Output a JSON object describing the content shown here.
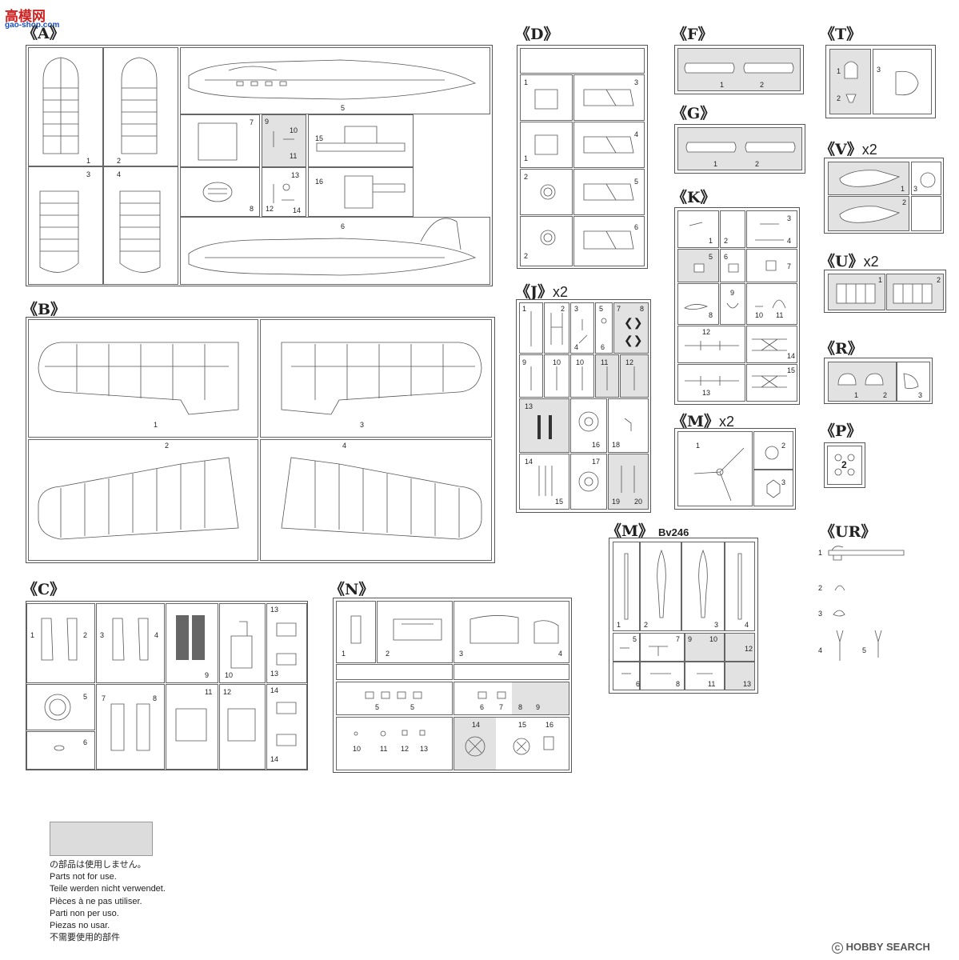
{
  "watermark": {
    "top_text": "高模网",
    "site": "gao-shop.com"
  },
  "sprues": {
    "A": {
      "label": "《A》"
    },
    "B": {
      "label": "《B》"
    },
    "C": {
      "label": "《C》"
    },
    "D": {
      "label": "《D》"
    },
    "F": {
      "label": "《F》"
    },
    "G": {
      "label": "《G》"
    },
    "J": {
      "label": "《J》",
      "suffix": "x2"
    },
    "K": {
      "label": "《K》"
    },
    "M": {
      "label": "《M》",
      "suffix": "x2"
    },
    "M2": {
      "label": "《M》",
      "suffix": "Bv246"
    },
    "N": {
      "label": "《N》"
    },
    "T": {
      "label": "《T》"
    },
    "V": {
      "label": "《V》",
      "suffix": "x2"
    },
    "U": {
      "label": "《U》",
      "suffix": "x2"
    },
    "R": {
      "label": "《R》"
    },
    "P": {
      "label": "《P》"
    },
    "UR": {
      "label": "《UR》"
    }
  },
  "part_numbers": {
    "A": [
      "1",
      "2",
      "3",
      "4",
      "5",
      "6",
      "7",
      "8",
      "9",
      "10",
      "11",
      "12",
      "13",
      "14",
      "15",
      "16"
    ],
    "B": [
      "1",
      "2",
      "3",
      "4"
    ],
    "C": [
      "1",
      "2",
      "3",
      "4",
      "5",
      "6",
      "7",
      "8",
      "9",
      "10",
      "11",
      "12",
      "13",
      "13",
      "14",
      "14"
    ],
    "D": [
      "1",
      "3",
      "1",
      "4",
      "2",
      "5",
      "2",
      "6"
    ],
    "F": [
      "1",
      "2"
    ],
    "G": [
      "1",
      "2"
    ],
    "J": [
      "1",
      "2",
      "3",
      "4",
      "5",
      "6",
      "7",
      "8",
      "9",
      "10",
      "10",
      "11",
      "12",
      "13",
      "14",
      "15",
      "16",
      "17",
      "18",
      "19",
      "20"
    ],
    "K": [
      "1",
      "2",
      "3",
      "4",
      "5",
      "6",
      "7",
      "8",
      "9",
      "10",
      "11",
      "12",
      "13",
      "14",
      "15"
    ],
    "M": [
      "1",
      "2",
      "3"
    ],
    "M2": [
      "1",
      "2",
      "3",
      "4",
      "5",
      "6",
      "7",
      "8",
      "9",
      "10",
      "11",
      "12",
      "13"
    ],
    "N": [
      "1",
      "2",
      "3",
      "4",
      "5",
      "5",
      "6",
      "7",
      "8",
      "9",
      "10",
      "11",
      "12",
      "13",
      "14",
      "15",
      "16"
    ],
    "T": [
      "1",
      "2",
      "3"
    ],
    "V": [
      "1",
      "2",
      "3"
    ],
    "U": [
      "1",
      "2"
    ],
    "R": [
      "1",
      "2",
      "3"
    ],
    "P": [
      "2"
    ],
    "UR": [
      "1",
      "2",
      "3",
      "4",
      "5"
    ]
  },
  "legend": {
    "lines": [
      "の部品は使用しません。",
      "Parts not for use.",
      "Teile werden nicht verwendet.",
      "Pièces à ne pas utiliser.",
      "Parti non per uso.",
      "Piezas no usar.",
      "不需要使用的部件"
    ],
    "shade_color": "#dcdcdc"
  },
  "footer": {
    "logo_text": "HOBBY SEARCH",
    "logo_mark": "copyright-icon"
  }
}
